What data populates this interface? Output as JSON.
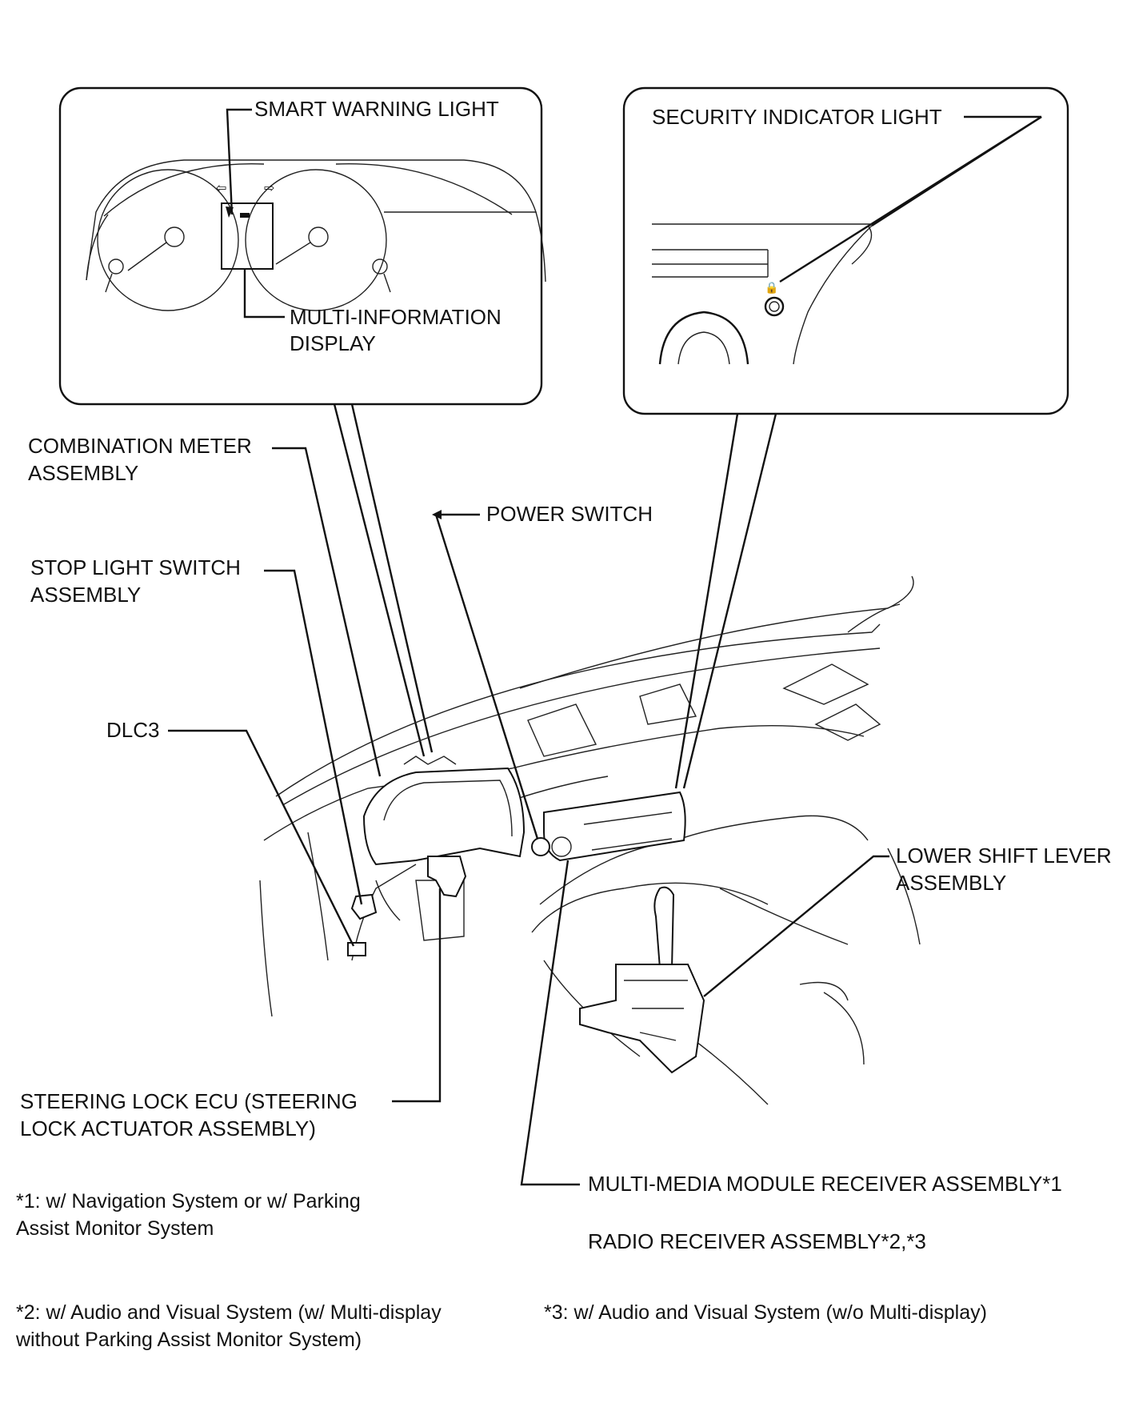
{
  "callout_left": {
    "smart_warning_light": "SMART WARNING LIGHT",
    "multi_info_display_l1": "MULTI-INFORMATION",
    "multi_info_display_l2": "DISPLAY"
  },
  "callout_right": {
    "security_indicator_light": "SECURITY INDICATOR LIGHT"
  },
  "labels": {
    "combination_meter_l1": "COMBINATION METER",
    "combination_meter_l2": "ASSEMBLY",
    "power_switch": "POWER SWITCH",
    "stop_light_switch_l1": "STOP LIGHT SWITCH",
    "stop_light_switch_l2": "ASSEMBLY",
    "dlc3": "DLC3",
    "lower_shift_lever_l1": "LOWER SHIFT LEVER",
    "lower_shift_lever_l2": "ASSEMBLY",
    "steering_lock_ecu_l1": "STEERING LOCK ECU (STEERING",
    "steering_lock_ecu_l2": "LOCK ACTUATOR ASSEMBLY)",
    "multimedia_receiver": "MULTI-MEDIA MODULE RECEIVER ASSEMBLY*1",
    "radio_receiver": "RADIO RECEIVER ASSEMBLY*2,*3"
  },
  "notes": {
    "n1_l1": "*1: w/ Navigation System or w/ Parking",
    "n1_l2": "Assist Monitor System",
    "n2_l1": "*2: w/ Audio and Visual System (w/ Multi-display",
    "n2_l2": "without Parking Assist Monitor System)",
    "n3": "*3: w/ Audio and Visual System (w/o Multi-display)"
  }
}
